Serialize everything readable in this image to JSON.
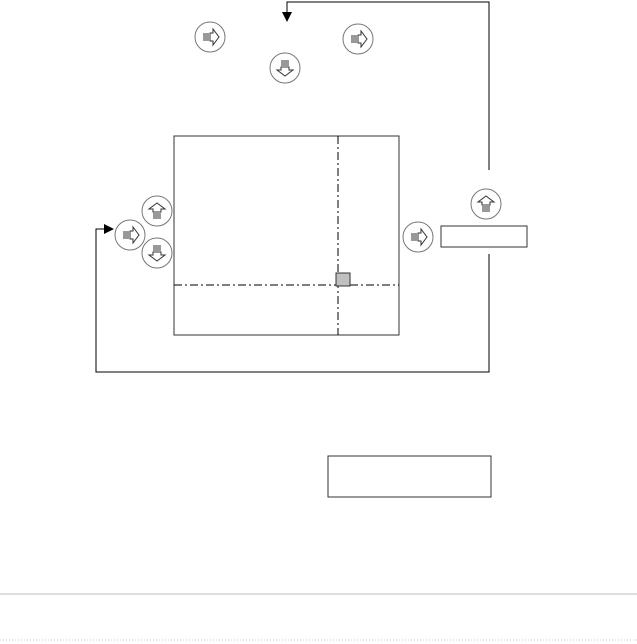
{
  "diagram": {
    "buttons": [
      {
        "id": "top-right-a",
        "direction": "right",
        "icon": "right-arrow-icon"
      },
      {
        "id": "top-right-b",
        "direction": "right",
        "icon": "right-arrow-icon"
      },
      {
        "id": "top-down",
        "direction": "down",
        "icon": "down-arrow-icon"
      },
      {
        "id": "left-up",
        "direction": "up",
        "icon": "up-arrow-icon"
      },
      {
        "id": "left-right",
        "direction": "right",
        "icon": "right-arrow-icon"
      },
      {
        "id": "left-down",
        "direction": "down",
        "icon": "down-arrow-icon"
      },
      {
        "id": "side-right",
        "direction": "right",
        "icon": "right-arrow-icon"
      },
      {
        "id": "side-up",
        "direction": "up",
        "icon": "up-arrow-icon"
      }
    ],
    "side_field": {
      "value": ""
    },
    "bottom_field": {
      "value": ""
    },
    "crosshair": {
      "marker_color": "#c0c0c0"
    }
  },
  "colors": {
    "line": "#000000",
    "button_border": "#777777",
    "marker": "#c0c0c0",
    "divider": "#bdbdbd"
  }
}
